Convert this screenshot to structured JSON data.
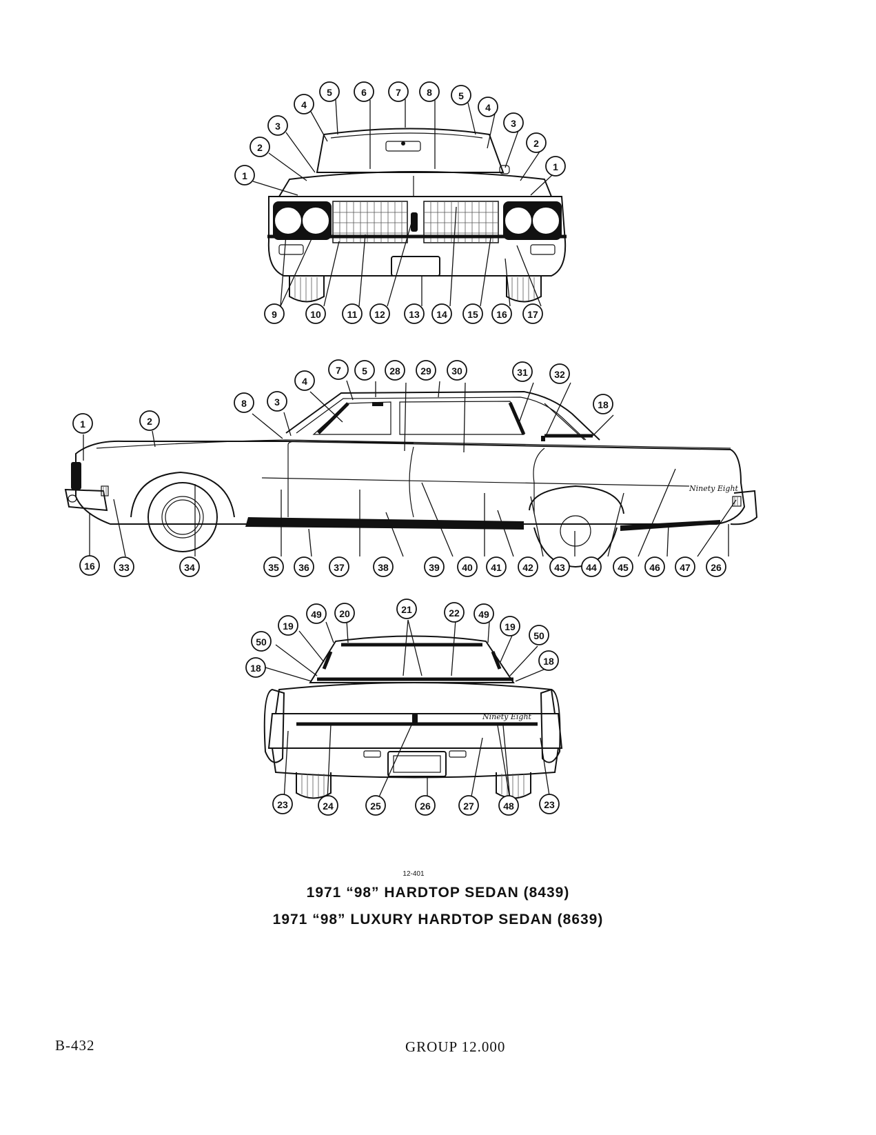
{
  "figure": {
    "number": "12-401",
    "views": {
      "front": {
        "callouts": [
          "1",
          "2",
          "3",
          "4",
          "5",
          "6",
          "7",
          "8",
          "5",
          "4",
          "3",
          "2",
          "1",
          "9",
          "10",
          "11",
          "12",
          "13",
          "14",
          "15",
          "16",
          "17"
        ]
      },
      "side": {
        "callouts": [
          "1",
          "2",
          "8",
          "3",
          "4",
          "7",
          "5",
          "28",
          "29",
          "30",
          "31",
          "32",
          "18",
          "16",
          "33",
          "34",
          "35",
          "36",
          "37",
          "38",
          "39",
          "40",
          "41",
          "42",
          "43",
          "44",
          "45",
          "46",
          "47",
          "26"
        ],
        "script_lettering": "Ninety Eight"
      },
      "rear": {
        "callouts": [
          "18",
          "50",
          "19",
          "49",
          "20",
          "21",
          "22",
          "49",
          "19",
          "50",
          "18",
          "23",
          "24",
          "25",
          "26",
          "27",
          "48",
          "23"
        ],
        "script_lettering": "Ninety Eight"
      }
    },
    "titles": [
      "1971 “98” HARDTOP SEDAN (8439)",
      "1971 “98” LUXURY HARDTOP SEDAN (8639)"
    ]
  },
  "footer": {
    "page_number": "B-432",
    "group": "GROUP 12.000"
  }
}
